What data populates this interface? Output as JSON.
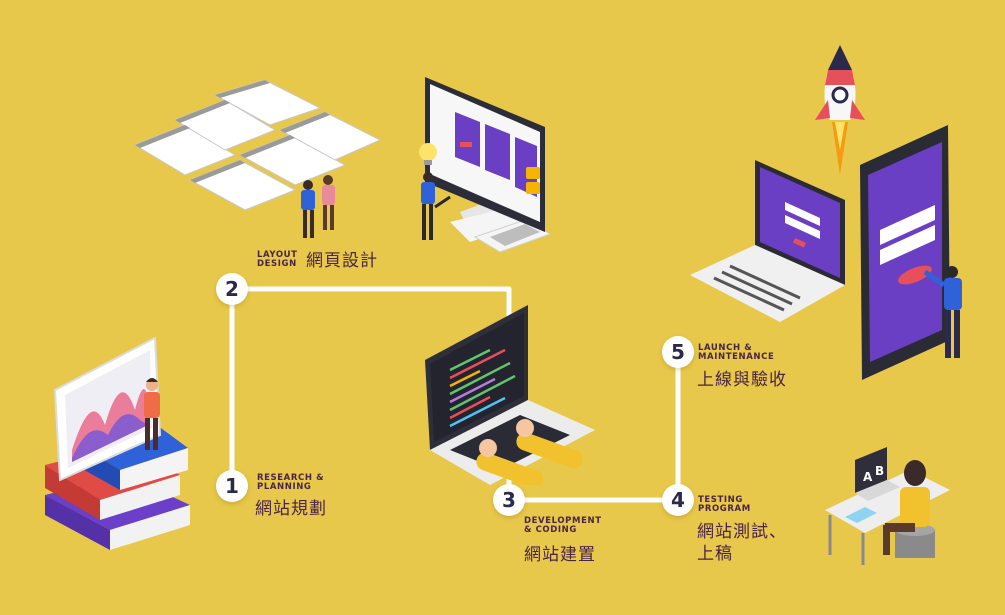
{
  "colors": {
    "background": "#E8C84A",
    "path_line": "#FFFFFF",
    "step_number": "#2B2A4C",
    "label_text": "#4A2346",
    "purple_screen": "#6A3FC4",
    "accent_red": "#E5505A",
    "person_blue": "#2F62D8"
  },
  "steps": [
    {
      "number": "1",
      "label_en": "RESEARCH &\nPLANNING",
      "label_zh": "網站規劃",
      "illustration": "books-tablet-chart"
    },
    {
      "number": "2",
      "label_en": "LAYOUT\nDESIGN",
      "label_zh": "網頁設計",
      "illustration": "wireframes-monitor"
    },
    {
      "number": "3",
      "label_en": "DEVELOPMENT\n& CODING",
      "label_zh": "網站建置",
      "illustration": "laptop-coding"
    },
    {
      "number": "4",
      "label_en": "TESTING\nPROGRAM",
      "label_zh": "網站測試、\n上稿",
      "illustration": "desk-ab-test"
    },
    {
      "number": "5",
      "label_en": "LAUNCH &\nMAINTENANCE",
      "label_zh": "上線與驗收",
      "illustration": "rocket-laptop-phone"
    }
  ]
}
